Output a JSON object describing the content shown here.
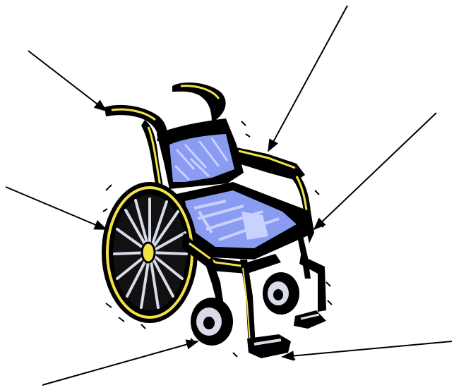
{
  "diagram": {
    "subject": "wheelchair-clipart",
    "labels": [],
    "colors": {
      "outline": "#000000",
      "frame_yellow": "#f2e24a",
      "seat_blue": "#8a9cf2",
      "seat_light": "#c9d2ff",
      "spoke_light": "#d9dce8",
      "background": "#ffffff"
    },
    "arrows": [
      {
        "name": "arrow-handle",
        "points_to": "push-handle"
      },
      {
        "name": "arrow-armrest",
        "points_to": "armrest"
      },
      {
        "name": "arrow-wheel",
        "points_to": "rear-wheel"
      },
      {
        "name": "arrow-frame",
        "points_to": "side-frame"
      },
      {
        "name": "arrow-caster",
        "points_to": "front-caster"
      },
      {
        "name": "arrow-footrest",
        "points_to": "footrest"
      }
    ]
  }
}
